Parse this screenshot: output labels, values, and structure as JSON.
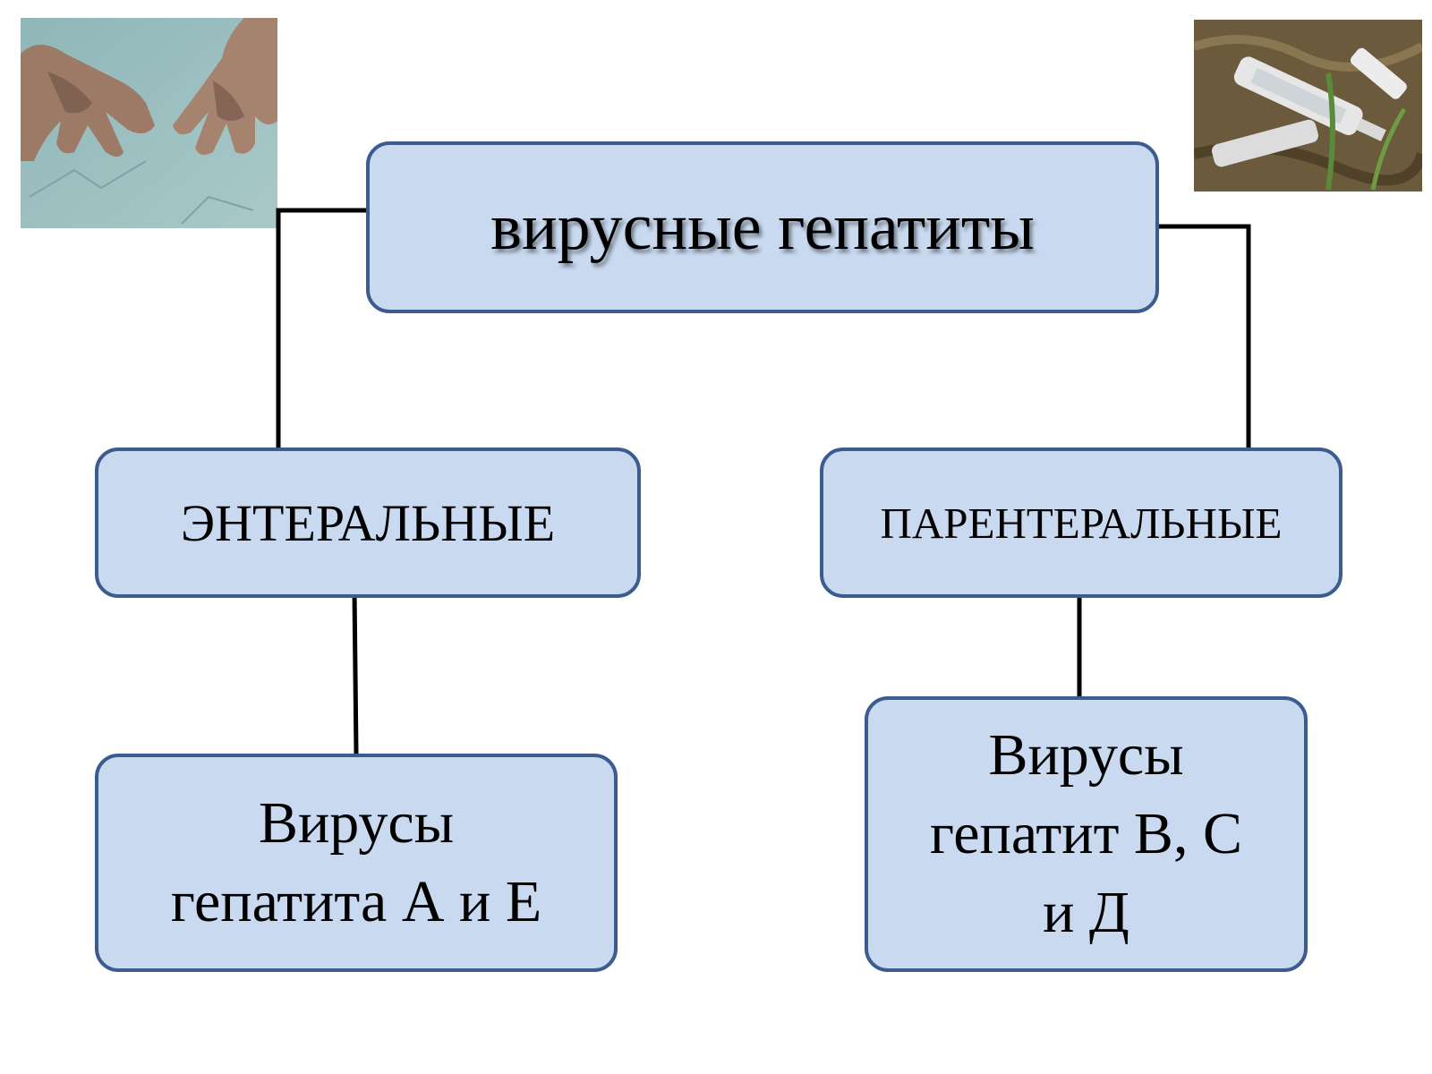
{
  "diagram": {
    "root": {
      "label": "вирусные гепатиты"
    },
    "branches": [
      {
        "label": "ЭНТЕРАЛЬНЫЕ",
        "child": "Вирусы\nгепатита А и Е"
      },
      {
        "label": "ПАРЕНТЕРАЛЬНЫЕ",
        "child": "Вирусы\nгепатит В, С\nи Д"
      }
    ]
  },
  "photos": {
    "left_icon": "dirty-hands-photo",
    "right_icon": "discarded-syringes-photo"
  },
  "colors": {
    "node_fill": "#c9daf0",
    "node_border": "#3c5b8e",
    "connector": "#000000"
  }
}
